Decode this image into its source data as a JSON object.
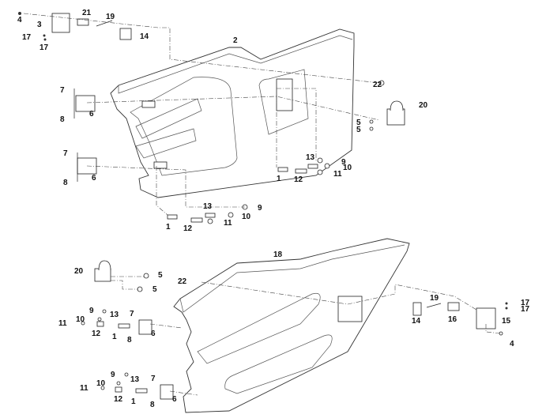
{
  "diagram": {
    "title": "Door assembly exploded view",
    "upper_door_labels": [
      "4",
      "3",
      "21",
      "19",
      "17",
      "17",
      "14",
      "2",
      "7",
      "8",
      "6",
      "7",
      "8",
      "6",
      "13",
      "9",
      "10",
      "11",
      "1",
      "12",
      "22",
      "5",
      "5",
      "20",
      "13",
      "9",
      "10",
      "11",
      "1",
      "12"
    ],
    "lower_door_labels": [
      "18",
      "20",
      "5",
      "5",
      "22",
      "9",
      "13",
      "7",
      "10",
      "11",
      "12",
      "1",
      "8",
      "6",
      "19",
      "17",
      "17",
      "14",
      "16",
      "15",
      "4",
      "9",
      "13",
      "7",
      "10",
      "11",
      "12",
      "1",
      "8",
      "6"
    ]
  }
}
